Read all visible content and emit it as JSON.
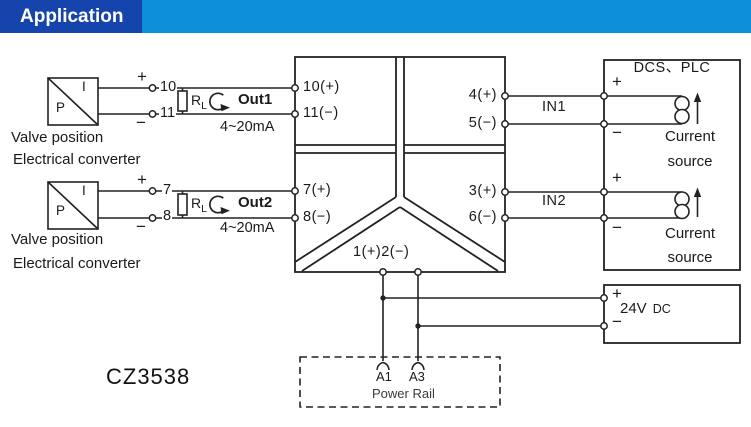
{
  "header": {
    "title": "Application"
  },
  "colors": {
    "header_dark": "#1544ad",
    "header_light": "#0d90d8",
    "line": "#222222"
  },
  "signs": {
    "plus": "+",
    "minus": "−"
  },
  "converter1": {
    "window_i": "I",
    "window_p": "P",
    "terminal_top": "10",
    "terminal_bottom": "11",
    "caption_line1": "Valve position",
    "caption_line2": "Electrical converter",
    "load_resistor": "R",
    "load_resistor_sub": "L",
    "output_label": "Out1",
    "signal_range": "4~20mA"
  },
  "converter2": {
    "window_i": "I",
    "window_p": "P",
    "terminal_top": "7",
    "terminal_bottom": "8",
    "caption_line1": "Valve position",
    "caption_line2": "Electrical converter",
    "load_resistor": "R",
    "load_resistor_sub": "L",
    "output_label": "Out2",
    "signal_range": "4~20mA"
  },
  "isolator": {
    "model": "CZ3538",
    "terminal_out1_pos": "10(+)",
    "terminal_out1_neg": "11(−)",
    "terminal_out2_pos": "7(+)",
    "terminal_out2_neg": "8(−)",
    "terminal_in1_pos": "4(+)",
    "terminal_in1_neg": "5(−)",
    "terminal_in2_pos": "3(+)",
    "terminal_in2_neg": "6(−)",
    "terminal_power": "1(+)2(−)"
  },
  "dcs": {
    "title": "DCS、PLC",
    "input1_label": "IN1",
    "input2_label": "IN2",
    "source1": {
      "line1": "Current",
      "line2": "source"
    },
    "source2": {
      "line1": "Current",
      "line2": "source"
    }
  },
  "power_supply": {
    "voltage": "24V",
    "current_type": "DC"
  },
  "power_rail": {
    "terminal_a1": "A1",
    "terminal_a3": "A3",
    "label": "Power Rail"
  }
}
